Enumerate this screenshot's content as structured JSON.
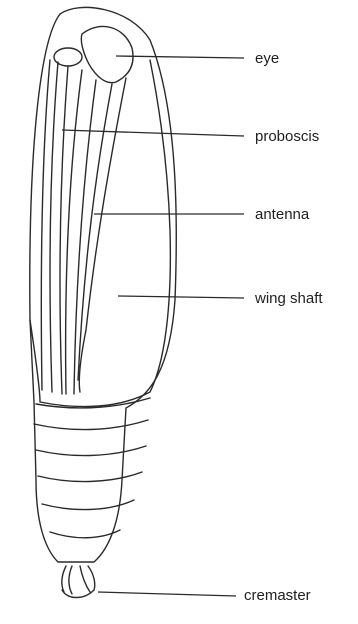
{
  "diagram": {
    "labels": {
      "eye": "eye",
      "proboscis": "proboscis",
      "antenna": "antenna",
      "wing_shaft": "wing shaft",
      "cremaster": "cremaster"
    }
  }
}
